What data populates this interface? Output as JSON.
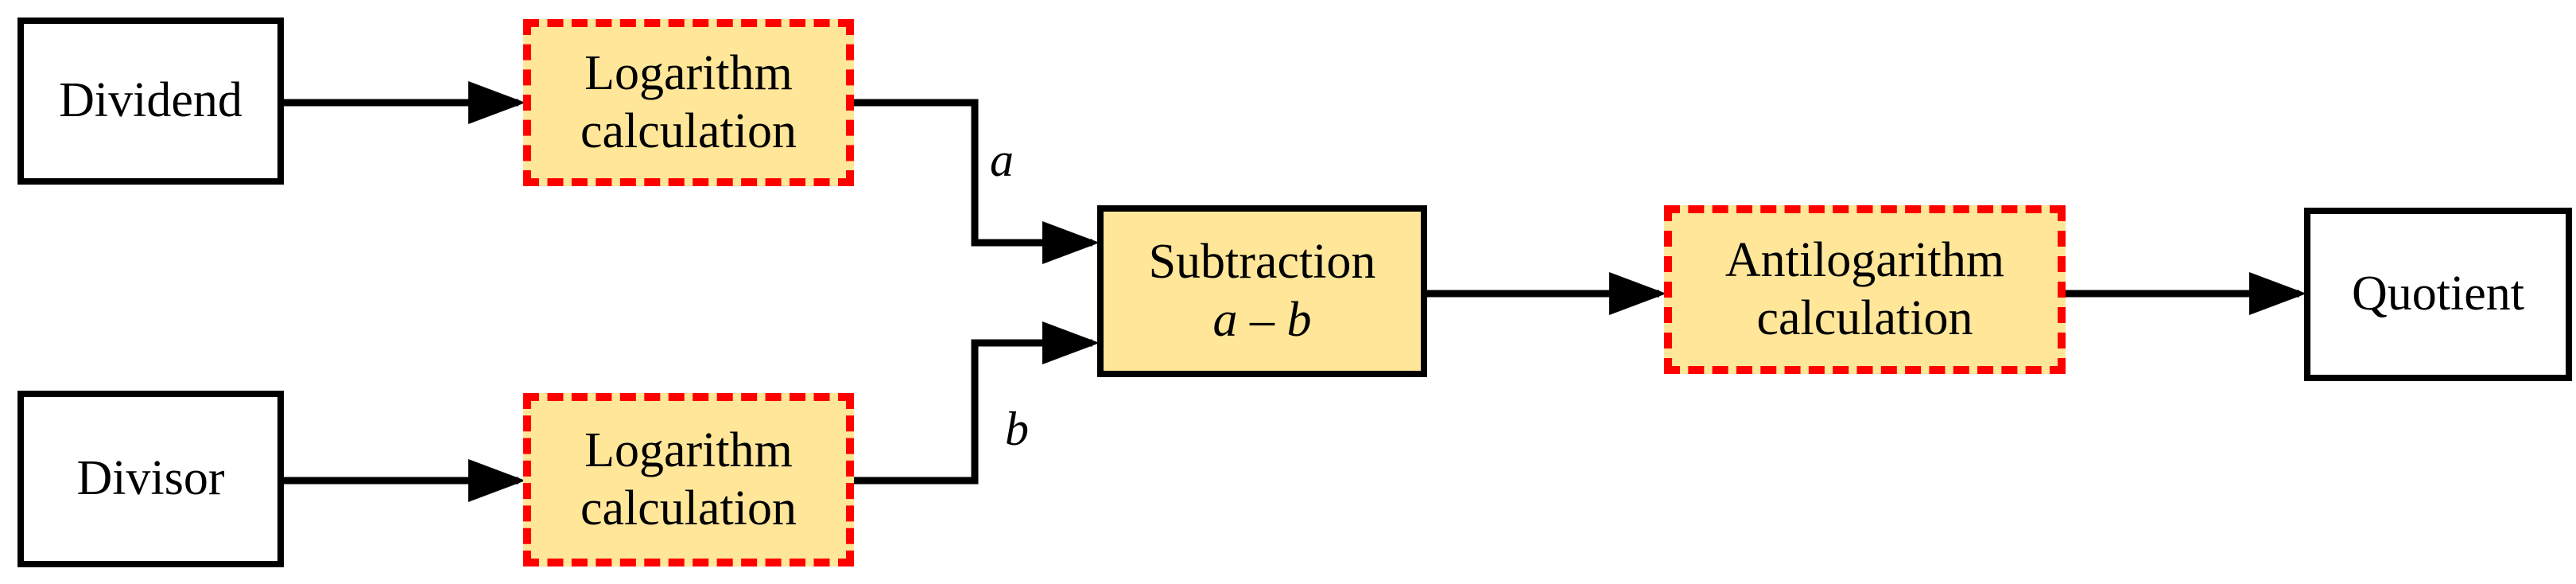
{
  "colors": {
    "box_fill": "#ffe699",
    "dashed_border": "#ff0000",
    "line": "#000000"
  },
  "nodes": {
    "dividend": "Dividend",
    "divisor": "Divisor",
    "log_a": {
      "line1": "Logarithm",
      "line2": "calculation"
    },
    "log_b": {
      "line1": "Logarithm",
      "line2": "calculation"
    },
    "subtraction": {
      "line1": "Subtraction",
      "expr_a": "a",
      "expr_op": " – ",
      "expr_b": "b"
    },
    "antilog": {
      "line1": "Antilogarithm",
      "line2": "calculation"
    },
    "quotient": "Quotient"
  },
  "edge_labels": {
    "a": "a",
    "b": "b"
  }
}
